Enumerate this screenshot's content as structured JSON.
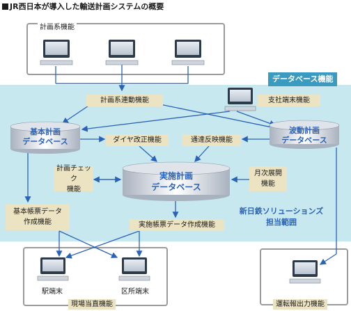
{
  "title": "JR西日本が導入した輸送計画システムの概要",
  "planning_section": {
    "label": "計画系機能"
  },
  "database_section": {
    "label": "データベース機能"
  },
  "field_section": {
    "label": "現場当直機能"
  },
  "report_section": {
    "label": "運転報出力機能"
  },
  "functions": {
    "plan_link": "計画系連動機能",
    "branch_terminal": "支社端末機能",
    "diagram_revision": "ダイヤ改正機能",
    "notice_reflection": "通達反映機能",
    "plan_check_line1": "計画チェック",
    "plan_check_line2": "機能",
    "monthly_line1": "月次展開",
    "monthly_line2": "機能",
    "basic_ledger_line1": "基本帳票データ",
    "basic_ledger_line2": "作成機能",
    "exec_ledger": "実施帳票データ作成機能"
  },
  "databases": {
    "basic_line1": "基本計画",
    "basic_line2": "データベース",
    "wave_line1": "波動計画",
    "wave_line2": "データベース",
    "exec_line1": "実施計画",
    "exec_line2": "データベース"
  },
  "vendor_note": {
    "line1": "新日鉄ソリューションズ",
    "line2": "担当範囲"
  },
  "terminals": {
    "station": "駅端末",
    "district": "区所端末"
  },
  "colors": {
    "db_band": "#c7e8ef",
    "db_title": "#3a9ac0",
    "label_bg": "#ece3c2",
    "arrow": "#2a62b8",
    "db_text": "#2a62b8"
  }
}
